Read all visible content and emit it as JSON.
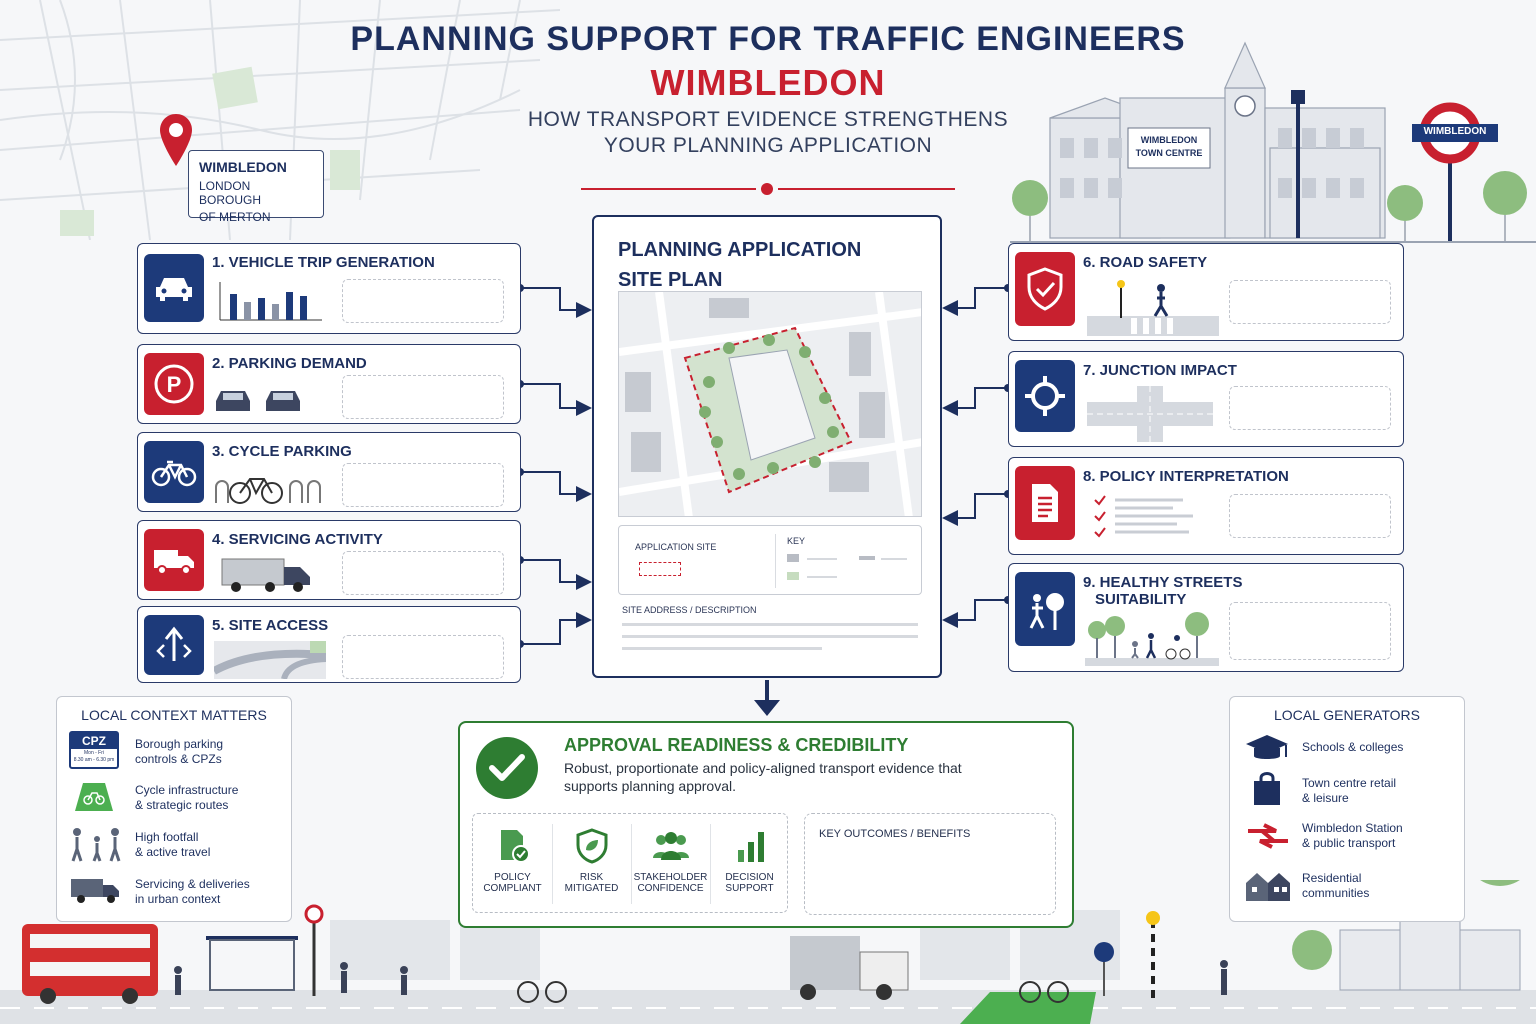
{
  "header": {
    "title": "PLANNING SUPPORT FOR TRAFFIC ENGINEERS",
    "location": "WIMBLEDON",
    "tagline_line1": "HOW TRANSPORT EVIDENCE STRENGTHENS",
    "tagline_line2": "YOUR PLANNING APPLICATION"
  },
  "location_card": {
    "line1": "WIMBLEDON",
    "line2": "LONDON BOROUGH",
    "line3": "OF MERTON",
    "icon": "map-pin-icon"
  },
  "town_centre": {
    "building_sign_line1": "WIMBLEDON",
    "building_sign_line2": "TOWN CENTRE",
    "station_sign": "WIMBLEDON"
  },
  "factors_left": [
    {
      "label": "1. VEHICLE TRIP GENERATION",
      "icon": "car-icon",
      "color": "#1d3a7a"
    },
    {
      "label": "2. PARKING DEMAND",
      "icon": "parking-icon",
      "color": "#c8202f"
    },
    {
      "label": "3. CYCLE PARKING",
      "icon": "bicycle-icon",
      "color": "#1d3a7a"
    },
    {
      "label": "4. SERVICING ACTIVITY",
      "icon": "truck-icon",
      "color": "#c8202f"
    },
    {
      "label": "5. SITE ACCESS",
      "icon": "access-arrows-icon",
      "color": "#1d3a7a"
    }
  ],
  "factors_right": [
    {
      "label": "6. ROAD SAFETY",
      "icon": "shield-check-icon",
      "color": "#c8202f"
    },
    {
      "label": "7. JUNCTION IMPACT",
      "icon": "roundabout-icon",
      "color": "#1d3a7a"
    },
    {
      "label": "8. POLICY INTERPRETATION",
      "icon": "document-icon",
      "color": "#c8202f"
    },
    {
      "label_line1": "9. HEALTHY STREETS",
      "label_line2": "SUITABILITY",
      "icon": "pedestrian-tree-icon",
      "color": "#1d3a7a"
    }
  ],
  "planning_application": {
    "title_line1": "PLANNING APPLICATION",
    "title_line2": "SITE PLAN",
    "application_site_label": "APPLICATION SITE",
    "key_label": "KEY",
    "address_label": "SITE ADDRESS / DESCRIPTION"
  },
  "approval": {
    "title": "APPROVAL READINESS & CREDIBILITY",
    "description": "Robust, proportionate and policy-aligned transport evidence that supports planning approval.",
    "benefits": [
      {
        "line1": "POLICY",
        "line2": "COMPLIANT",
        "icon": "document-check-icon"
      },
      {
        "line1": "RISK",
        "line2": "MITIGATED",
        "icon": "shield-leaf-icon"
      },
      {
        "line1": "STAKEHOLDER",
        "line2": "CONFIDENCE",
        "icon": "people-group-icon"
      },
      {
        "line1": "DECISION",
        "line2": "SUPPORT",
        "icon": "bar-chart-icon"
      }
    ],
    "outcomes_label": "KEY OUTCOMES / BENEFITS",
    "accent_color": "#2e7d32"
  },
  "local_context": {
    "title": "LOCAL CONTEXT MATTERS",
    "cpz_badge": "CPZ",
    "cpz_small": "Mon - Fri",
    "cpz_small2": "8.30 am - 6.30 pm",
    "items": [
      {
        "line1": "Borough parking",
        "line2": "controls & CPZs",
        "icon": "cpz-sign-icon"
      },
      {
        "line1": "Cycle infrastructure",
        "line2": "& strategic routes",
        "icon": "cycle-lane-icon"
      },
      {
        "line1": "High footfall",
        "line2": "& active travel",
        "icon": "pedestrians-icon"
      },
      {
        "line1": "Servicing & deliveries",
        "line2": "in urban context",
        "icon": "delivery-truck-icon"
      }
    ]
  },
  "local_generators": {
    "title": "LOCAL GENERATORS",
    "items": [
      {
        "line1": "Schools & colleges",
        "line2": "",
        "icon": "graduation-cap-icon"
      },
      {
        "line1": "Town centre retail",
        "line2": "& leisure",
        "icon": "shopping-bag-icon"
      },
      {
        "line1": "Wimbledon Station",
        "line2": "& public transport",
        "icon": "national-rail-icon"
      },
      {
        "line1": "Residential",
        "line2": "communities",
        "icon": "houses-icon"
      }
    ]
  },
  "colors": {
    "navy": "#1d2f5e",
    "red": "#c8202f",
    "green": "#2e7d32"
  }
}
